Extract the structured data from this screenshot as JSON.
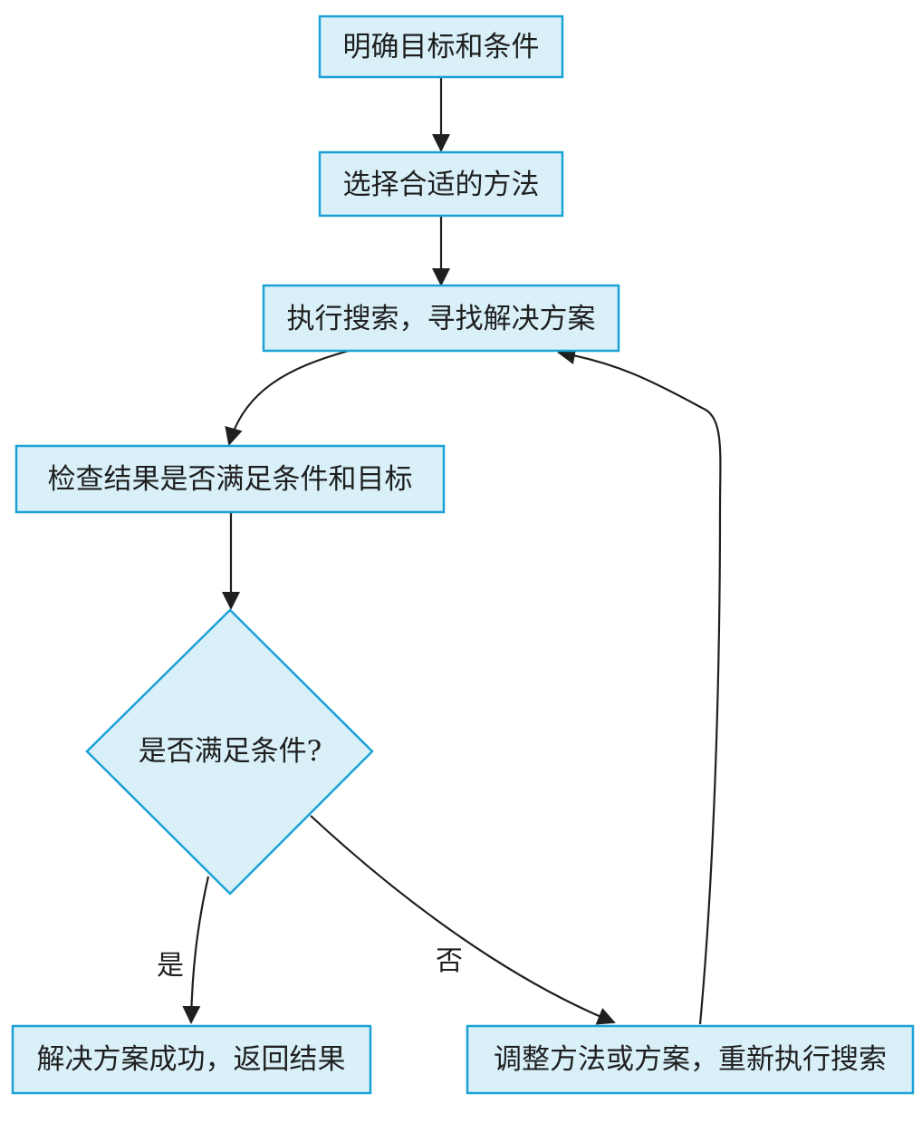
{
  "diagram": {
    "type": "flowchart",
    "colors": {
      "node_fill": "#d9f0f9",
      "node_border": "#1ba1d6",
      "edge": "#1f1f1f",
      "text": "#1f1f1f"
    },
    "nodes": [
      {
        "id": "n1",
        "shape": "rect",
        "label": "明确目标和条件"
      },
      {
        "id": "n2",
        "shape": "rect",
        "label": "选择合适的方法"
      },
      {
        "id": "n3",
        "shape": "rect",
        "label": "执行搜索，寻找解决方案"
      },
      {
        "id": "n4",
        "shape": "rect",
        "label": "检查结果是否满足条件和目标"
      },
      {
        "id": "n5",
        "shape": "diamond",
        "label": "是否满足条件?"
      },
      {
        "id": "n6",
        "shape": "rect",
        "label": "解决方案成功，返回结果"
      },
      {
        "id": "n7",
        "shape": "rect",
        "label": "调整方法或方案，重新执行搜索"
      }
    ],
    "edges": [
      {
        "from": "n1",
        "to": "n2",
        "label": ""
      },
      {
        "from": "n2",
        "to": "n3",
        "label": ""
      },
      {
        "from": "n3",
        "to": "n4",
        "label": ""
      },
      {
        "from": "n4",
        "to": "n5",
        "label": ""
      },
      {
        "from": "n5",
        "to": "n6",
        "label": "是"
      },
      {
        "from": "n5",
        "to": "n7",
        "label": "否"
      },
      {
        "from": "n7",
        "to": "n3",
        "label": ""
      }
    ]
  }
}
